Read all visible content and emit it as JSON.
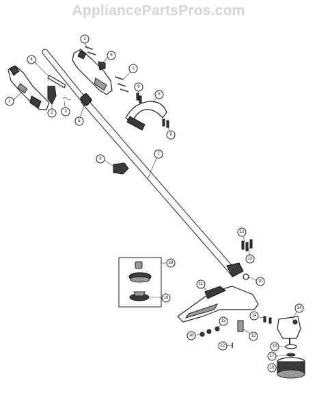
{
  "watermark": "AppliancePartsPros.com",
  "callouts": [
    "1",
    "2",
    "3",
    "4",
    "1",
    "5",
    "6",
    "1",
    "8",
    "8",
    "9",
    "9",
    "7",
    "8",
    "13",
    "13",
    "10",
    "18",
    "19",
    "11",
    "14",
    "14",
    "13",
    "18",
    "12",
    "12",
    "15",
    "17",
    "16"
  ]
}
